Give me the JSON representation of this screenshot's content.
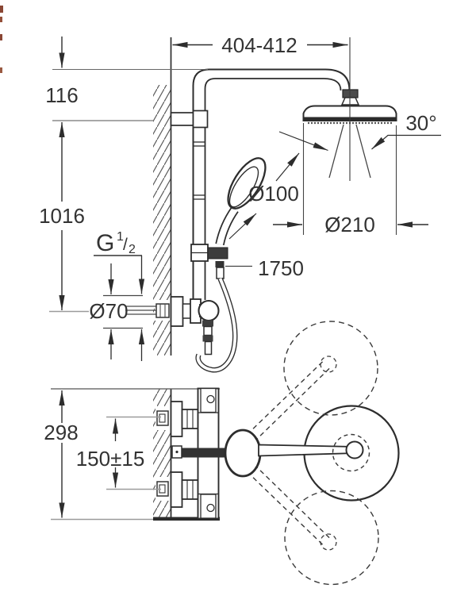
{
  "drawing": {
    "subject": "thermostatic shower system installation drawing",
    "ink_color": "#2d2d2d",
    "light_line_color": "#9b9b9b",
    "dimensions": {
      "width_range": "404-412",
      "top_offset": "116",
      "riser_height": "1016",
      "thread": {
        "g": "G",
        "numerator": "1",
        "slash": "/",
        "denominator": "2"
      },
      "escutcheon_diameter": "Ø70",
      "hand_shower_diameter": "Ø100",
      "head_shower_diameter": "Ø210",
      "head_tilt_angle": "30°",
      "hose_length": "1750",
      "valve_height": "298",
      "connection_spacing": "150±15"
    }
  }
}
